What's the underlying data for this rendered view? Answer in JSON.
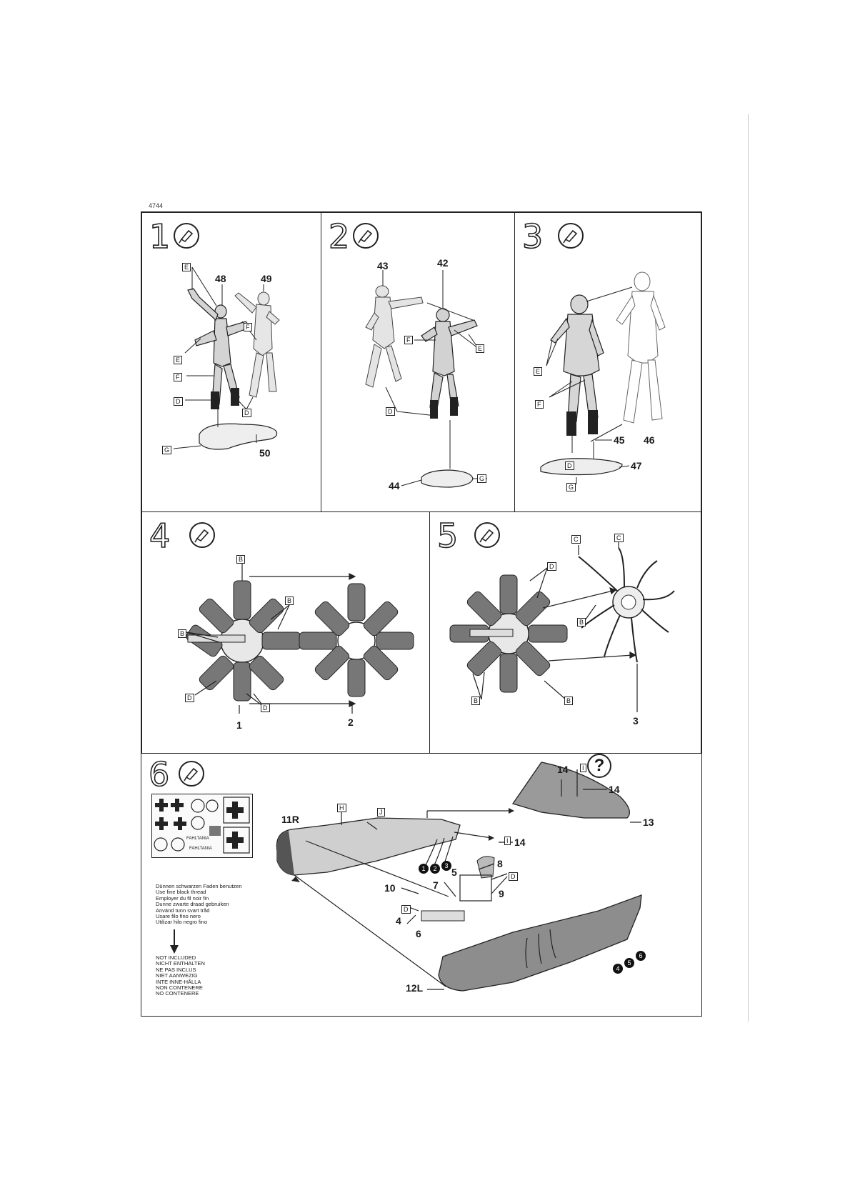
{
  "doc_number": "4744",
  "steps": [
    {
      "number": "1",
      "callouts": [
        "48",
        "49",
        "50"
      ],
      "flags": [
        "E",
        "E",
        "F",
        "F",
        "D",
        "D",
        "G"
      ]
    },
    {
      "number": "2",
      "callouts": [
        "43",
        "42",
        "44"
      ],
      "flags": [
        "F",
        "E",
        "D",
        "G"
      ]
    },
    {
      "number": "3",
      "callouts": [
        "45",
        "46",
        "47"
      ],
      "flags": [
        "E",
        "F",
        "D",
        "G"
      ]
    },
    {
      "number": "4",
      "callouts": [
        "1",
        "2"
      ],
      "flags": [
        "B",
        "B",
        "B",
        "D",
        "D"
      ]
    },
    {
      "number": "5",
      "callouts": [
        "3"
      ],
      "flags": [
        "C",
        "C",
        "D",
        "B",
        "B",
        "B"
      ]
    },
    {
      "number": "6",
      "callouts": [
        "11R",
        "14",
        "14",
        "13",
        "14",
        "10",
        "7",
        "5",
        "8",
        "9",
        "4",
        "6",
        "12L"
      ],
      "flags": [
        "H",
        "J",
        "I",
        "I",
        "D",
        "D"
      ]
    }
  ],
  "help_symbol": "?",
  "rigging_numbers": [
    "1",
    "2",
    "3",
    "4",
    "5",
    "6"
  ],
  "thread_note": [
    "Dünnen schwarzen Faden benutzen",
    "Use fine black thread",
    "Employer du fil noir fin",
    "Dunne zwarte draad gebruiken",
    "Använd tunn svart tråd",
    "Usare filo fino nero",
    "Utilizar hilo negro fino"
  ],
  "not_included": [
    "NOT INCLUDED",
    "NICHT ENTHALTEN",
    "NE PAS INCLUS",
    "NIET AANWEZIG",
    "INTE INNE-HÅLLA",
    "NON CONTENERE",
    "NO CONTENERE"
  ],
  "decal_sheet": {
    "title": "FAHLTANIA",
    "subtitle": "FAHLTANIA"
  }
}
